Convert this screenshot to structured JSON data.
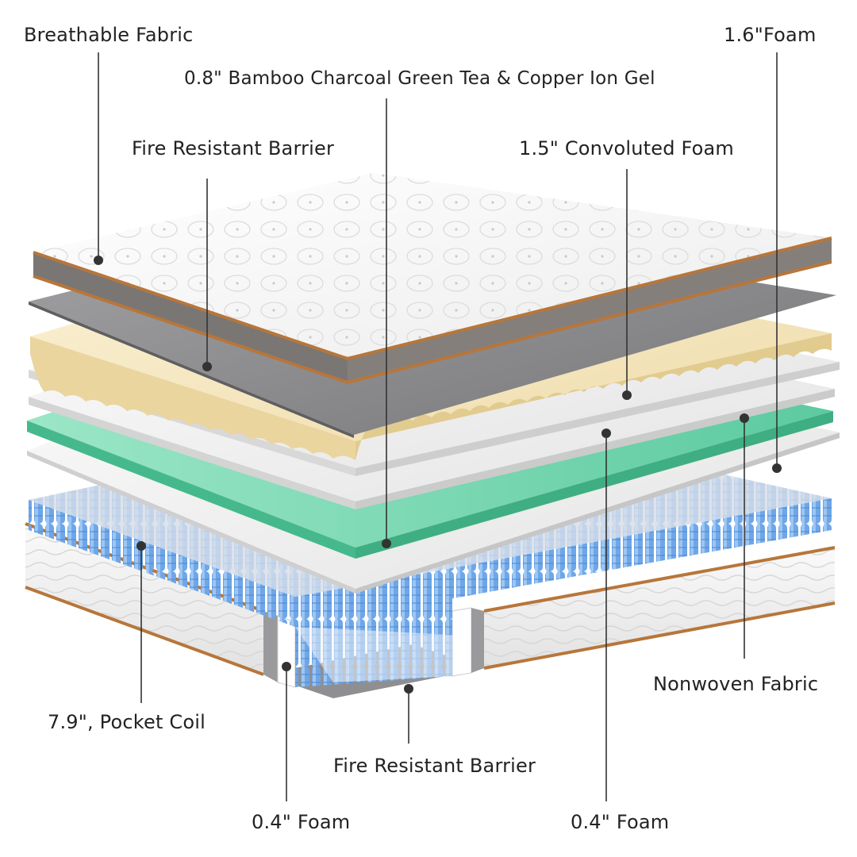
{
  "labels": {
    "breathable_fabric": "Breathable Fabric",
    "foam_top": "1.6\"Foam",
    "gel_layer": "0.8\" Bamboo Charcoal Green Tea & Copper Ion Gel",
    "fire_barrier_top": "Fire Resistant Barrier",
    "convoluted_foam": "1.5\" Convoluted Foam",
    "nonwoven_fabric": "Nonwoven Fabric",
    "pocket_coil": "7.9\", Pocket Coil",
    "fire_barrier_bottom": "Fire Resistant Barrier",
    "foam_left": "0.4\" Foam",
    "foam_right": "0.4\" Foam"
  },
  "colors": {
    "text": "#222222",
    "leader": "#333333",
    "pillow_top": "#f7f7f7",
    "border_gray": "#7a7674",
    "piping": "#b7763b",
    "barrier_gray": "#8a8a8c",
    "convoluted_foam": "#f4e6c0",
    "white_foam": "#f0f0f0",
    "gel_green": "#7ed9b8",
    "coil_blue": "#6ea6e8"
  }
}
